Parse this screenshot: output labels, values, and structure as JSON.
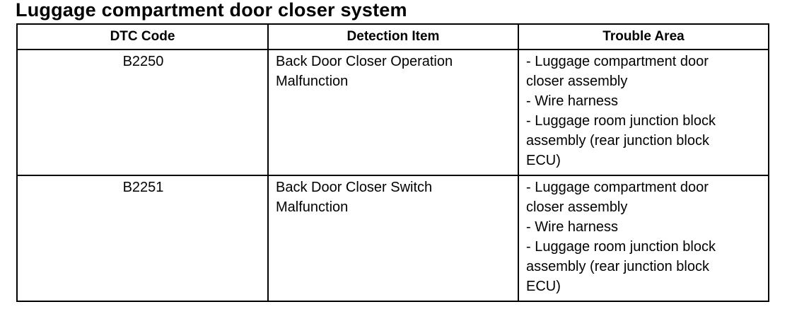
{
  "title": "Luggage compartment door closer system",
  "table": {
    "headers": [
      "DTC Code",
      "Detection Item",
      "Trouble Area"
    ],
    "rows": [
      {
        "code": "B2250",
        "detection": [
          "Back Door Closer Operation",
          "Malfunction"
        ],
        "trouble": [
          "- Luggage compartment door",
          "closer assembly",
          "- Wire harness",
          "- Luggage room  junction block",
          "assembly (rear junction block",
          "ECU)"
        ]
      },
      {
        "code": "B2251",
        "detection": [
          "Back Door Closer Switch",
          "Malfunction"
        ],
        "trouble": [
          "- Luggage compartment door",
          "closer assembly",
          "- Wire harness",
          "- Luggage room  junction block",
          "assembly (rear junction block",
          "ECU)"
        ]
      }
    ]
  }
}
